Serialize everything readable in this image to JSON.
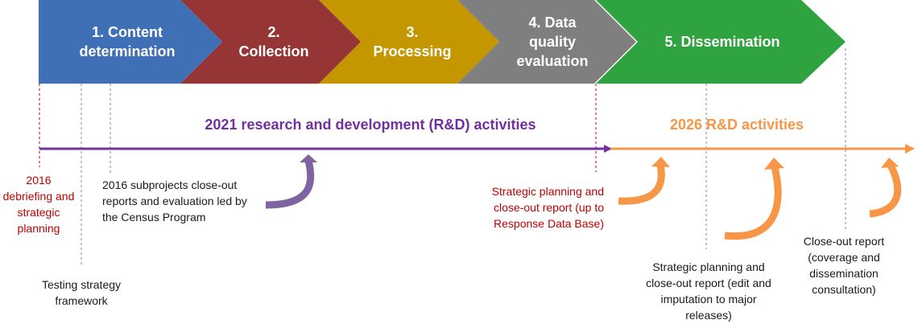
{
  "phases": [
    {
      "label": "1. Content determination",
      "color": "#3f6fb5"
    },
    {
      "label": "2. Collection",
      "color": "#963535"
    },
    {
      "label": "3. Processing",
      "color": "#c49600"
    },
    {
      "label": "4. Data quality evaluation",
      "color": "#7f7f7f"
    },
    {
      "label": "5. Dissemination",
      "color": "#2fa33f"
    }
  ],
  "tracks": {
    "rd_2021": {
      "label": "2021 research and development (R&D) activities",
      "color": "#7030a0"
    },
    "rd_2026": {
      "label": "2026 R&D activities",
      "color": "#f79646"
    }
  },
  "milestones": {
    "debriefing_2016": "2016 debriefing and strategic planning",
    "testing_strategy": "Testing strategy framework",
    "subprojects_closeout": "2016 subprojects close-out reports and evaluation led by the Census Program",
    "strategic_planning_rdb": "Strategic planning and close-out report (up to Response Data Base)",
    "strategic_planning_edit": "Strategic planning and close-out report (edit and imputation to major releases)",
    "closeout_coverage": "Close-out report (coverage and dissemination consultation)"
  }
}
